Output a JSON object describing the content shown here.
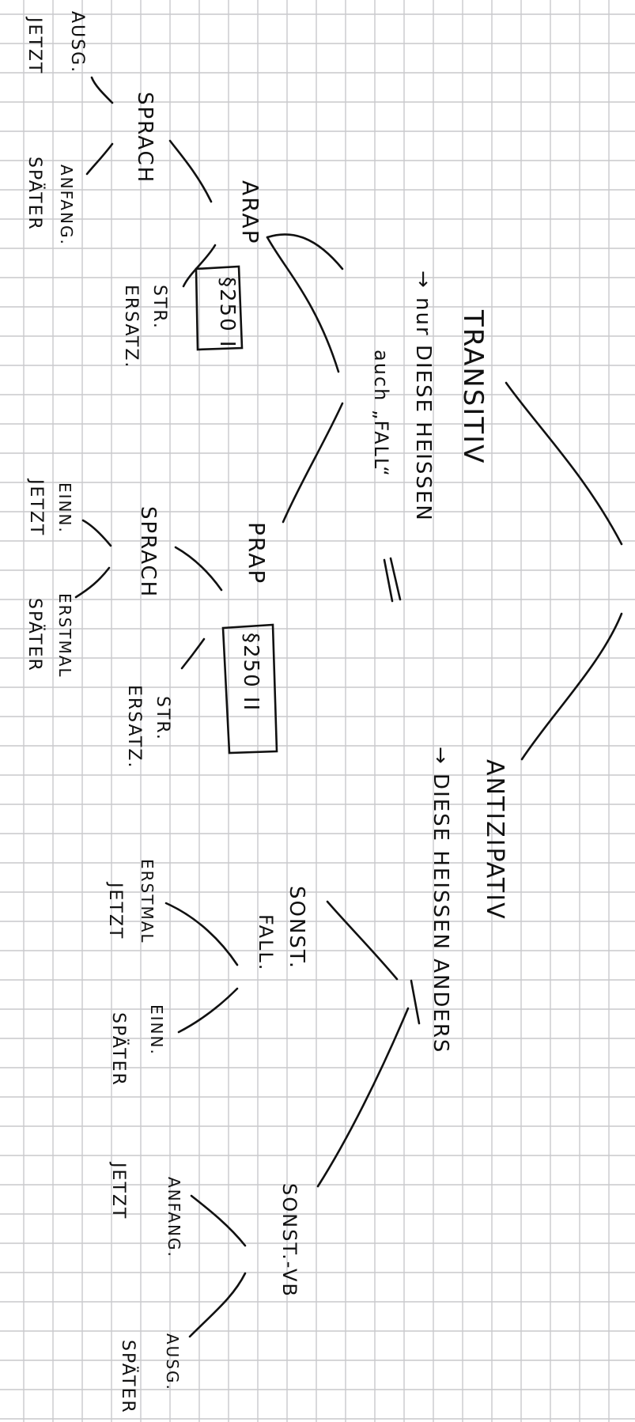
{
  "root": "TRANSITIV",
  "transitiv": {
    "note_line1": "→ nur DIESE HEISSEN",
    "note_line2": "auch „FALL“",
    "arap": {
      "label": "ARAP",
      "paragraph": "§250 I",
      "sprache": "SPRACH",
      "sprache_children": [
        "AUSG.",
        "ANFANG."
      ],
      "sprache_children_sub": [
        "JETZT",
        "SPÄTER"
      ],
      "str_label": "STR.",
      "str_sub": "ERSATZ."
    },
    "prap": {
      "label": "PRAP",
      "paragraph": "§250 II",
      "sprache": "SPRACH",
      "sprache_children": [
        "EINN.",
        "ERSTMAL"
      ],
      "sprache_children_sub": [
        "JETZT",
        "SPÄTER"
      ],
      "str_label": "STR.",
      "str_sub": "ERSATZ."
    }
  },
  "antizipativ": {
    "label": "ANTIZIPATIV",
    "note": "→ DIESE HEISSEN ANDERS",
    "sonst_fall": {
      "label_line1": "SONST.",
      "label_line2": "FALL.",
      "children": [
        "ERSTMAL",
        "EINN."
      ],
      "children_sub": [
        "JETZT",
        "SPÄTER"
      ]
    },
    "sonst_vb": {
      "label": "SONST.-VB",
      "children": [
        "ANFANG.",
        "AUSG."
      ],
      "children_sub": [
        "JETZT",
        "SPÄTER"
      ]
    }
  }
}
